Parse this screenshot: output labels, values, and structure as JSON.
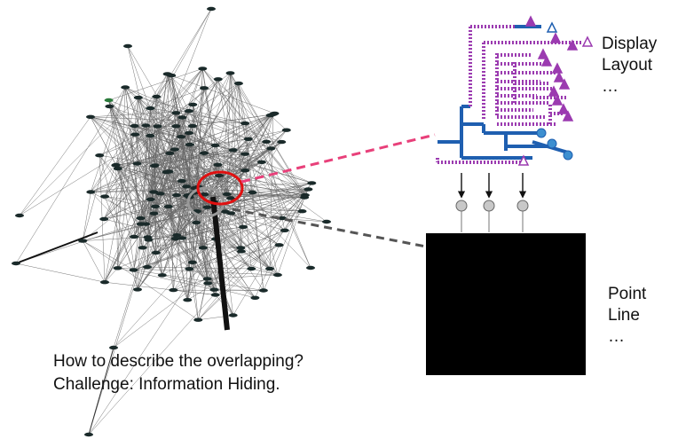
{
  "labels": {
    "display_group": [
      "Display",
      "Layout",
      "…"
    ],
    "point_group": [
      "Point",
      "Line",
      "…"
    ]
  },
  "caption": {
    "line1": "How to describe the  overlapping?",
    "line2": "Challenge: Information Hiding."
  },
  "colors": {
    "edge": "#333333",
    "node": "#1a2a2a",
    "highlight_circle": "#e01010",
    "secondary_circle": "#999999",
    "pink_dash": "#e8407a",
    "gray_dash": "#555555",
    "tree_blue": "#1f5fb0",
    "tree_purple": "#9b3bb0",
    "connector_node": "#c8c8c8",
    "black_box": "#000000"
  },
  "icons": [
    "triangle-filled-icon",
    "triangle-outline-icon",
    "circle-node-icon",
    "arrow-down-icon"
  ]
}
